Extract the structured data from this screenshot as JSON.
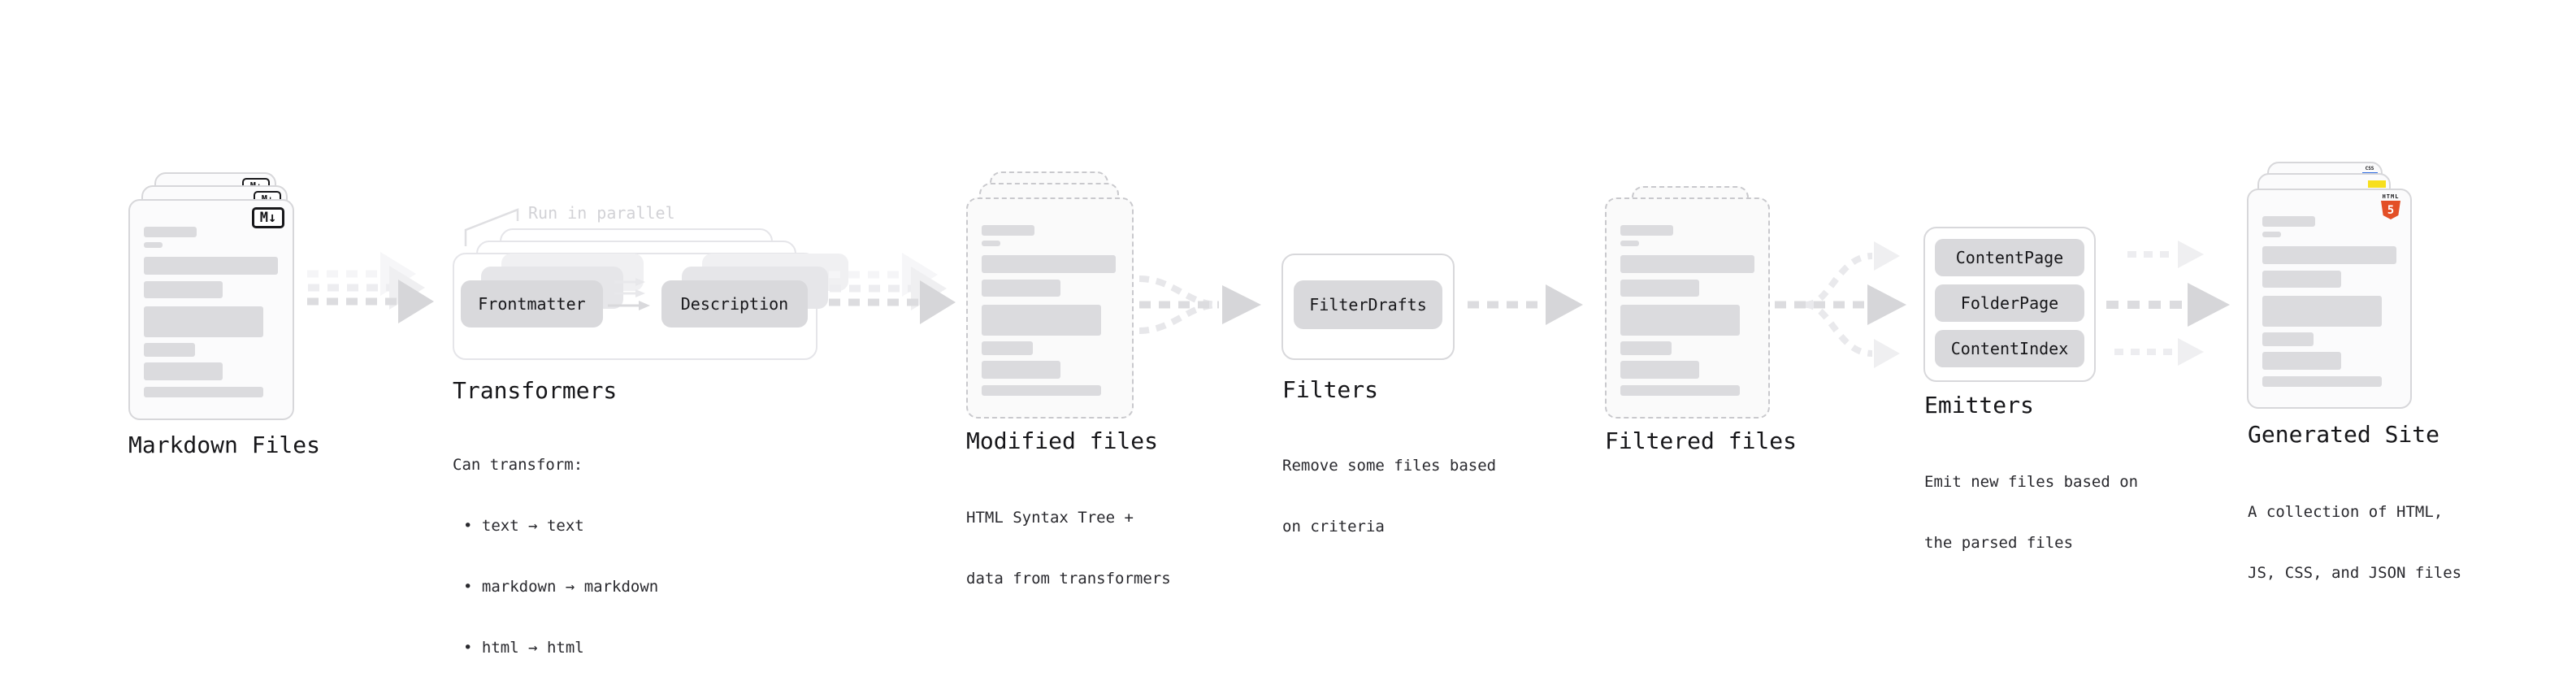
{
  "diagram": {
    "markdown_files": {
      "title": "Markdown Files",
      "badge": "M↓"
    },
    "transformers": {
      "title": "Transformers",
      "annotation": "Run in parallel",
      "box1": "Frontmatter",
      "box2": "Description",
      "sub_heading": "Can transform:",
      "bullets": [
        "• text → text",
        "• markdown → markdown",
        "• html → html"
      ]
    },
    "modified_files": {
      "title": "Modified files",
      "sub": [
        "HTML Syntax Tree +",
        "data from transformers"
      ]
    },
    "filters": {
      "title": "Filters",
      "box1": "FilterDrafts",
      "sub": [
        "Remove some files based",
        "on criteria"
      ]
    },
    "filtered_files": {
      "title": "Filtered files"
    },
    "emitters": {
      "title": "Emitters",
      "box1": "ContentPage",
      "box2": "FolderPage",
      "box3": "ContentIndex",
      "sub": [
        "Emit new files based on",
        "the parsed files"
      ]
    },
    "generated_site": {
      "title": "Generated Site",
      "sub": [
        "A collection of HTML,",
        "JS, CSS, and JSON files"
      ],
      "badges": {
        "html_word": "HTML",
        "html_number": "5",
        "css": "CSS"
      }
    },
    "colors": {
      "html5_orange": "#e34f26",
      "js_yellow": "#f7df1e",
      "css_blue": "#2f6be0",
      "markdown_badge": "#17171a",
      "box_gray": "#d9d9dc",
      "arrow_gray": "#dcdcdf",
      "annotation_gray": "#d2d2d6",
      "text_dark": "#161619"
    }
  }
}
